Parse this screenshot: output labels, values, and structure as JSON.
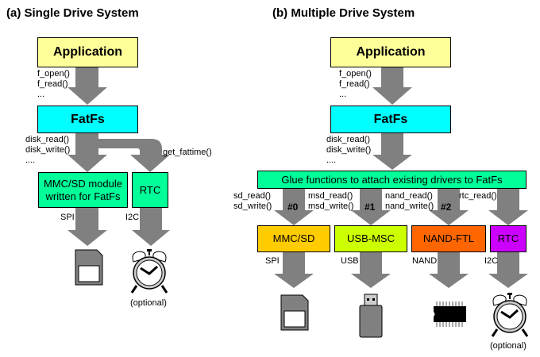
{
  "panel_a": {
    "title": "(a) Single Drive System",
    "application": "Application",
    "fatfs": "FatFs",
    "app_calls": "f_open()\nf_read()\n...",
    "disk_calls": "disk_read()\ndisk_write()\n....",
    "time_call": "get_fattime()",
    "driver_box": "MMC/SD module\nwritten for FatFs",
    "rtc_box": "RTC",
    "bus_spi": "SPI",
    "bus_i2c": "I2C",
    "optional": "(optional)"
  },
  "panel_b": {
    "title": "(b) Multiple Drive System",
    "application": "Application",
    "fatfs": "FatFs",
    "app_calls": "f_open()\nf_read()\n...",
    "disk_calls": "disk_read()\ndisk_write()\n....",
    "glue": "Glue functions to attach existing drivers to FatFs",
    "drivers": [
      {
        "label": "MMC/SD",
        "calls": "sd_read()\nsd_write()",
        "drive": "#0",
        "bus": "SPI",
        "color": "#FFCC00",
        "device": "sd-card"
      },
      {
        "label": "USB-MSC",
        "calls": "msd_read()\nmsd_write()",
        "drive": "#1",
        "bus": "USB",
        "color": "#CCFF00",
        "device": "usb-stick"
      },
      {
        "label": "NAND-FTL",
        "calls": "nand_read()\nnand_write()",
        "drive": "#2",
        "bus": "NAND",
        "color": "#FF6600",
        "device": "nand-chip"
      },
      {
        "label": "RTC",
        "calls": "rtc_read()",
        "drive": "",
        "bus": "I2C",
        "color": "#CC00FF",
        "device": "alarm-clock"
      }
    ],
    "optional": "(optional)"
  },
  "colors": {
    "application": "#FFFF99",
    "fatfs": "#00FFFF",
    "module": "#00FF99",
    "arrow": "#808080"
  }
}
